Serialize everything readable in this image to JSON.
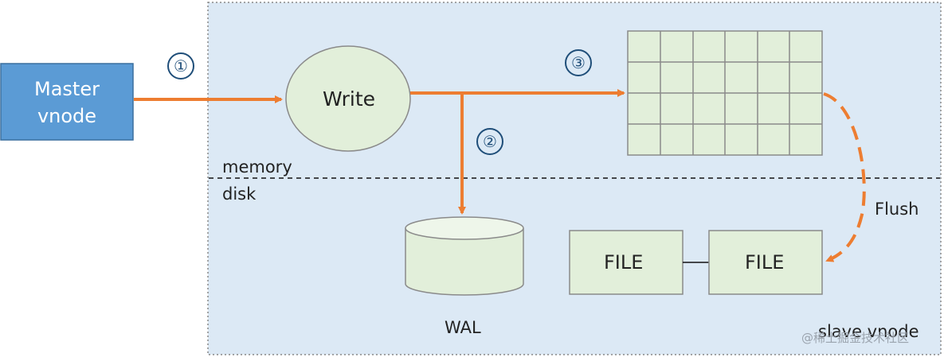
{
  "master": {
    "line1": "Master",
    "line2": "vnode"
  },
  "write": {
    "label": "Write"
  },
  "steps": {
    "s1": "①",
    "s2": "②",
    "s3": "③"
  },
  "regions": {
    "memory": "memory",
    "disk": "disk"
  },
  "wal": {
    "label": "WAL"
  },
  "flush": {
    "label": "Flush"
  },
  "files": [
    {
      "label": "FILE"
    },
    {
      "label": "FILE"
    }
  ],
  "slave": {
    "label": "slave vnode"
  },
  "watermark": "@稀土掘金技术社区",
  "colors": {
    "arrow": "#ed7d31",
    "master_fill": "#5b9bd5",
    "node_fill": "#e2efda",
    "region_fill": "#dce9f5",
    "step_color": "#1f4e79"
  }
}
